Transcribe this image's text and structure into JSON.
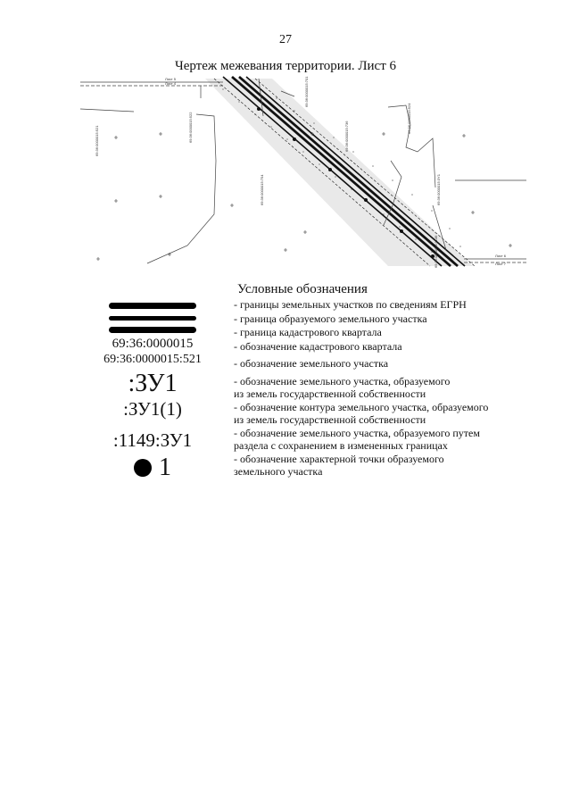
{
  "page": {
    "number": "27",
    "title": "Чертеж межевания территории. Лист 6"
  },
  "map": {
    "sheet_labels": [
      "Лист 5",
      "Лист 4",
      "Лист 6",
      "Лист 7"
    ],
    "cadastral_labels": [
      "69:36:0000015:521",
      "69:36:0000015:522",
      "69:36:0000015:701",
      "69:36:0000015:754",
      "69:36:0000015:1149",
      "69:36:0000015:3Y1",
      "69:36:0000015:524",
      "69:36:0000015:736"
    ]
  },
  "legend": {
    "title": "Условные обозначения",
    "symbols": {
      "kvartal": "69:36:0000015",
      "uchastok": "69:36:0000015:521",
      "zu": ":ЗУ1",
      "kontur": ":ЗУ1(1)",
      "razdel": ":1149:ЗУ1",
      "point": "1"
    },
    "items": [
      "- границы земельных участков по сведениям ЕГРН",
      "- граница образуемого земельного участка",
      "- граница кадастрового квартала",
      "- обозначение кадастрового квартала",
      "- обозначение земельного участка",
      "- обозначение земельного участка, образуемого",
      "из земель государственной собственности",
      "- обозначение контура земельного участка, образуемого",
      "из земель государственной собственности",
      "- обозначение земельного участка, образуемого путем",
      "раздела с сохранением в измененных границах",
      "- обозначение характерной точки образуемого",
      "земельного участка"
    ]
  }
}
